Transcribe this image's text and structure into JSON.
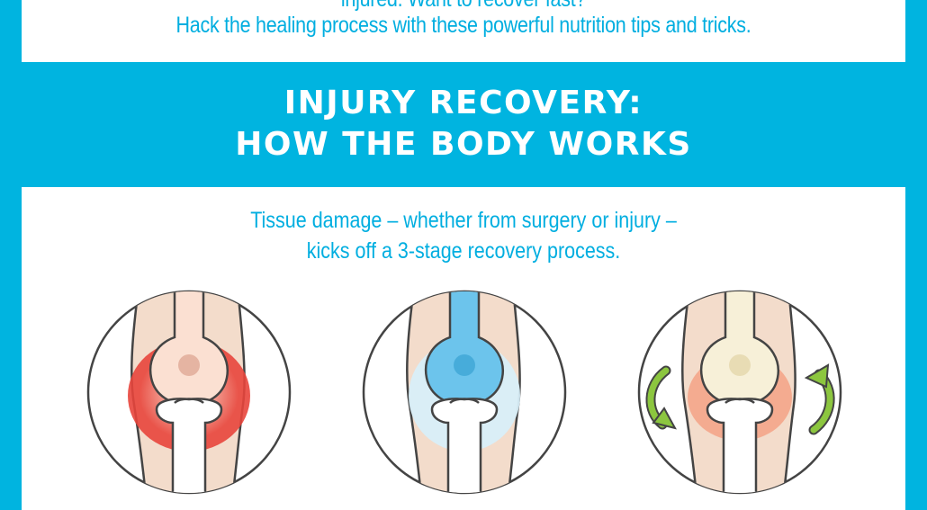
{
  "intro": {
    "line1": "injured. Want to recover fast?",
    "line2": "Hack the healing process with these powerful nutrition tips and tricks."
  },
  "section": {
    "title_line1": "INJURY RECOVERY:",
    "title_line2": "HOW THE BODY WORKS"
  },
  "description": {
    "line1": "Tissue damage – whether from surgery or injury –",
    "line2": "kicks off a 3-stage recovery process."
  },
  "stages": [
    {
      "icon": "knee-inflammation-icon",
      "highlight_color": "#e8453c"
    },
    {
      "icon": "knee-repair-icon",
      "highlight_color": "#4fb8e8"
    },
    {
      "icon": "knee-remodeling-icon",
      "highlight_color": "#f4a58a",
      "arrow_color": "#8cc63f"
    }
  ],
  "colors": {
    "brand_blue": "#00b4e0",
    "text_blue": "#00aee0",
    "skin": "#f3dccb",
    "bone": "#ffffff",
    "outline": "#444444"
  }
}
